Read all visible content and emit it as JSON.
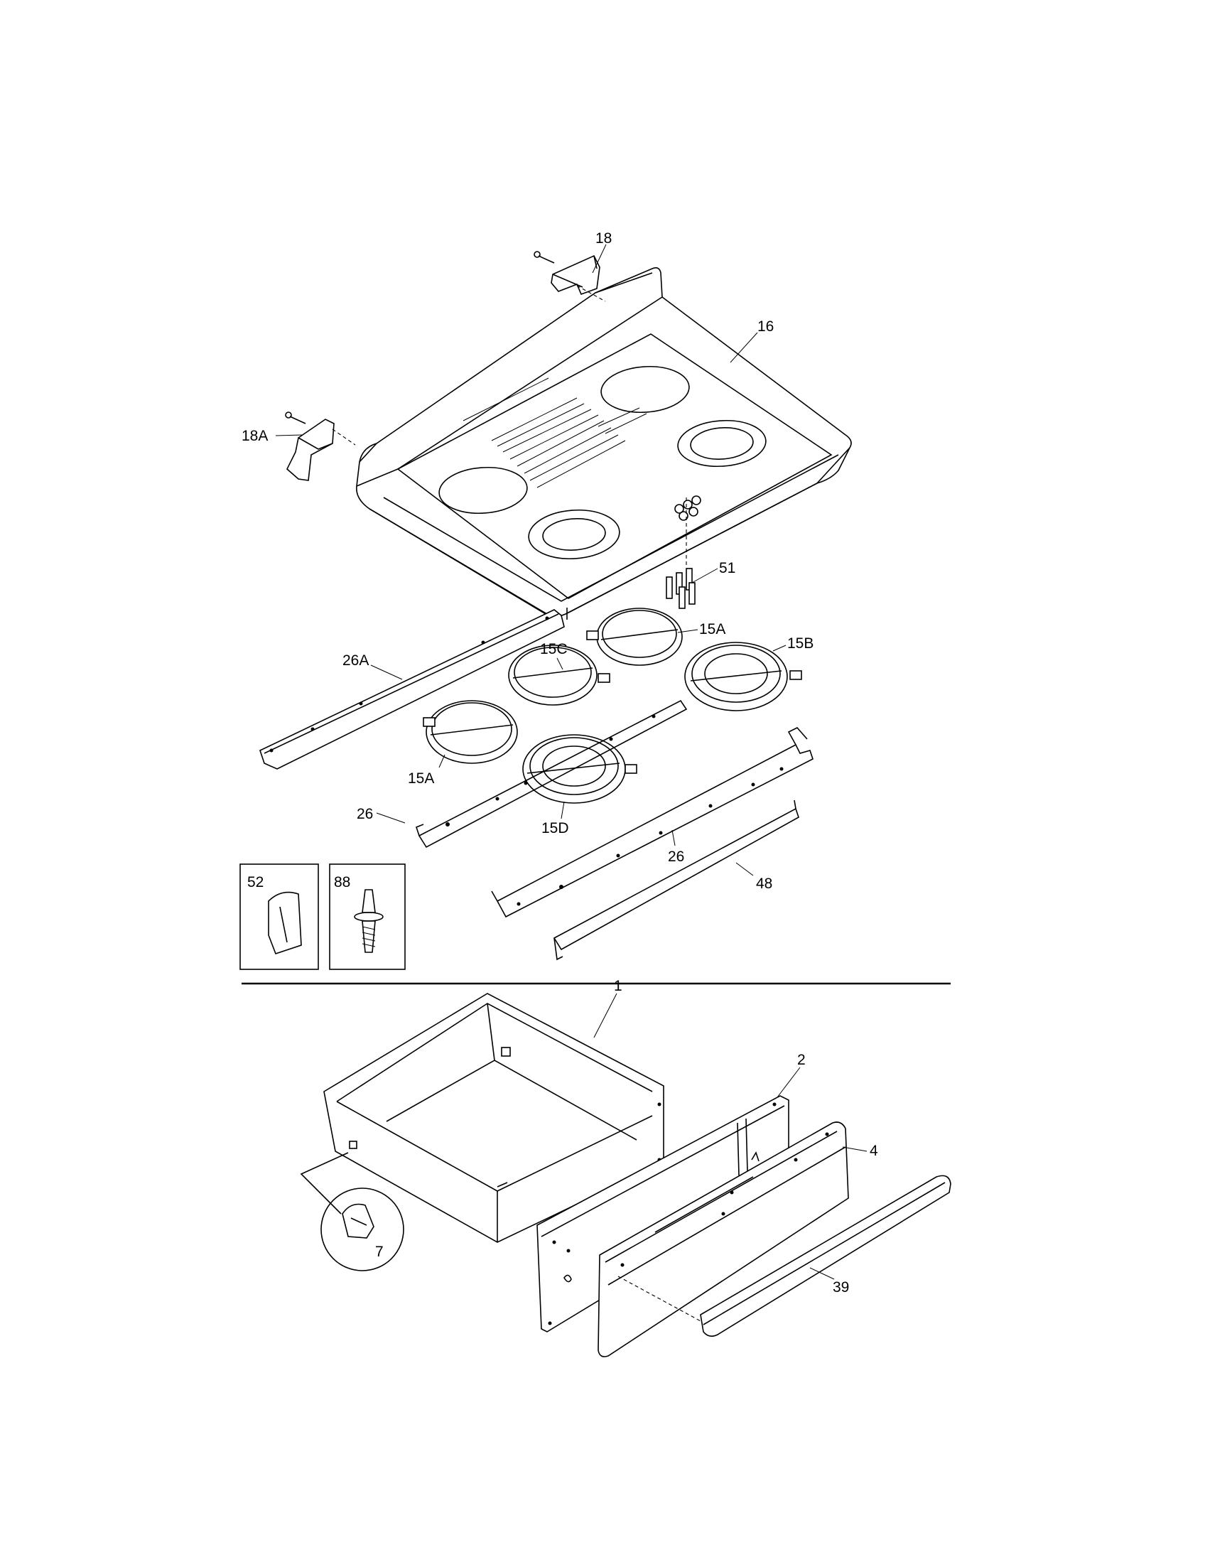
{
  "callouts": {
    "c18": "18",
    "c16": "16",
    "c18a": "18A",
    "c51": "51",
    "c15a_top": "15A",
    "c15c": "15C",
    "c15b": "15B",
    "c26a": "26A",
    "c15a_left": "15A",
    "c26_left": "26",
    "c15d": "15D",
    "c26_right": "26",
    "c48": "48",
    "c52": "52",
    "c88": "88",
    "c1": "1",
    "c2": "2",
    "c4": "4",
    "c7": "7",
    "c39": "39"
  }
}
